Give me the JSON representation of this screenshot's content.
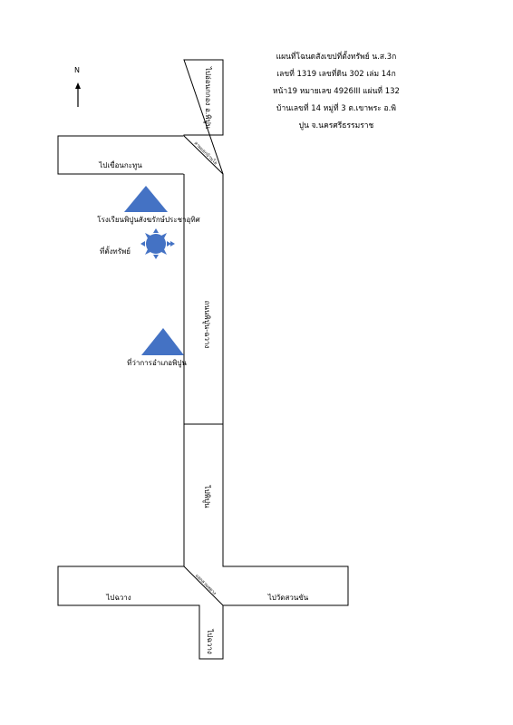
{
  "title_lines": [
    "แผนที่โฉนดสังเขปที่ตั้งทรัพย์ น.ส.3ก",
    "เลขที่ 1319 เลขที่ดิน 302 เล่ม 14ก",
    "หน้า19 หมายเลข 4926III แผ่นที่ 132",
    "บ้านเลขที่ 14 หมู่ที่ 3 ต.เขาพระ อ.พิ",
    "ปูน จ.นครศรีธรรมราช"
  ],
  "north_label": "N",
  "roads": {
    "top_vertical": "ไปอ่อนกกอง อ.พิปูน",
    "upper_junction": "สามแยกบ้านโอ",
    "upper_west": "ไปเขื่อนกะทูน",
    "main_upper": "ถนนพิปูน-ฉวาง",
    "main_lower": "ไปพิปูน",
    "lower_junction": "แยกสวนหยาง",
    "lower_west": "ไปฉวาง",
    "lower_east": "ไปวัดสวนขัน",
    "bottom_vertical": "ไปฉวาง"
  },
  "landmarks": {
    "school": "โรงเรียนพิปูนสังฆรักษ์ประชาอุทิศ",
    "property": "ที่ตั้งทรัพย์",
    "district_office": "ที่ว่าการอำเภอพิปูน"
  },
  "colors": {
    "marker": "#4472C4",
    "road_outline": "#000000"
  },
  "icons": [
    "north-arrow-icon",
    "school-triangle-icon",
    "property-sun-icon",
    "office-triangle-icon"
  ]
}
